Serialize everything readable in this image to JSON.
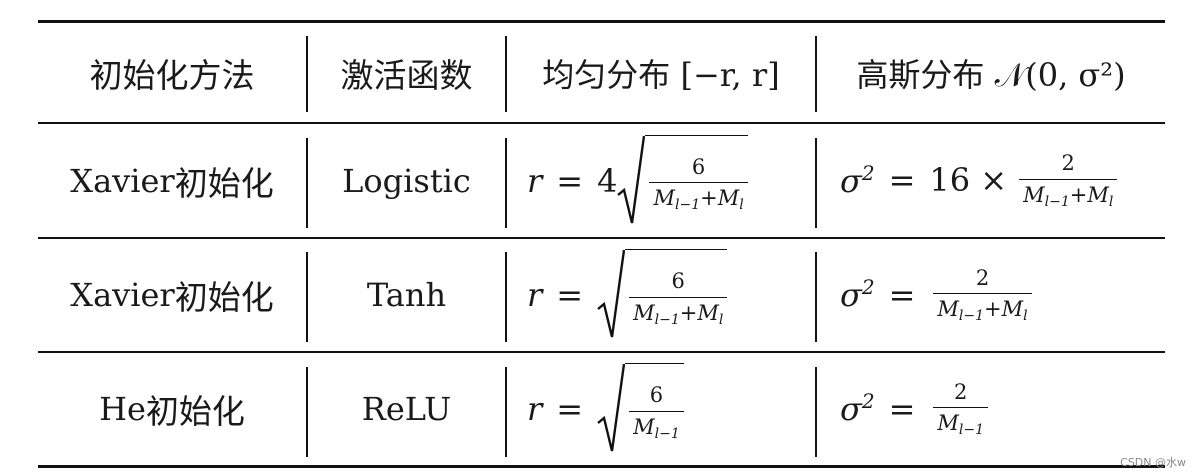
{
  "headers": {
    "method": "初始化方法",
    "activation": "激活函数",
    "uniform": "均匀分布 [−r, r]",
    "gaussian": "高斯分布 𝒩(0, σ²)"
  },
  "rows": [
    {
      "method": "Xavier 初始化",
      "activation": "Logistic",
      "uniform": {
        "lhs": "r",
        "coef": "4",
        "num": "6",
        "den": "M_{l−1}+M_l"
      },
      "gaussian": {
        "lhs": "σ²",
        "coef": "16 ×",
        "num": "2",
        "den": "M_{l−1}+M_l"
      }
    },
    {
      "method": "Xavier 初始化",
      "activation": "Tanh",
      "uniform": {
        "lhs": "r",
        "coef": "",
        "num": "6",
        "den": "M_{l−1}+M_l"
      },
      "gaussian": {
        "lhs": "σ²",
        "coef": "",
        "num": "2",
        "den": "M_{l−1}+M_l"
      }
    },
    {
      "method": "He 初始化",
      "activation": "ReLU",
      "uniform": {
        "lhs": "r",
        "coef": "",
        "num": "6",
        "den": "M_{l−1}"
      },
      "gaussian": {
        "lhs": "σ²",
        "coef": "",
        "num": "2",
        "den": "M_{l−1}"
      }
    }
  ],
  "watermark": "CSDN @水w"
}
